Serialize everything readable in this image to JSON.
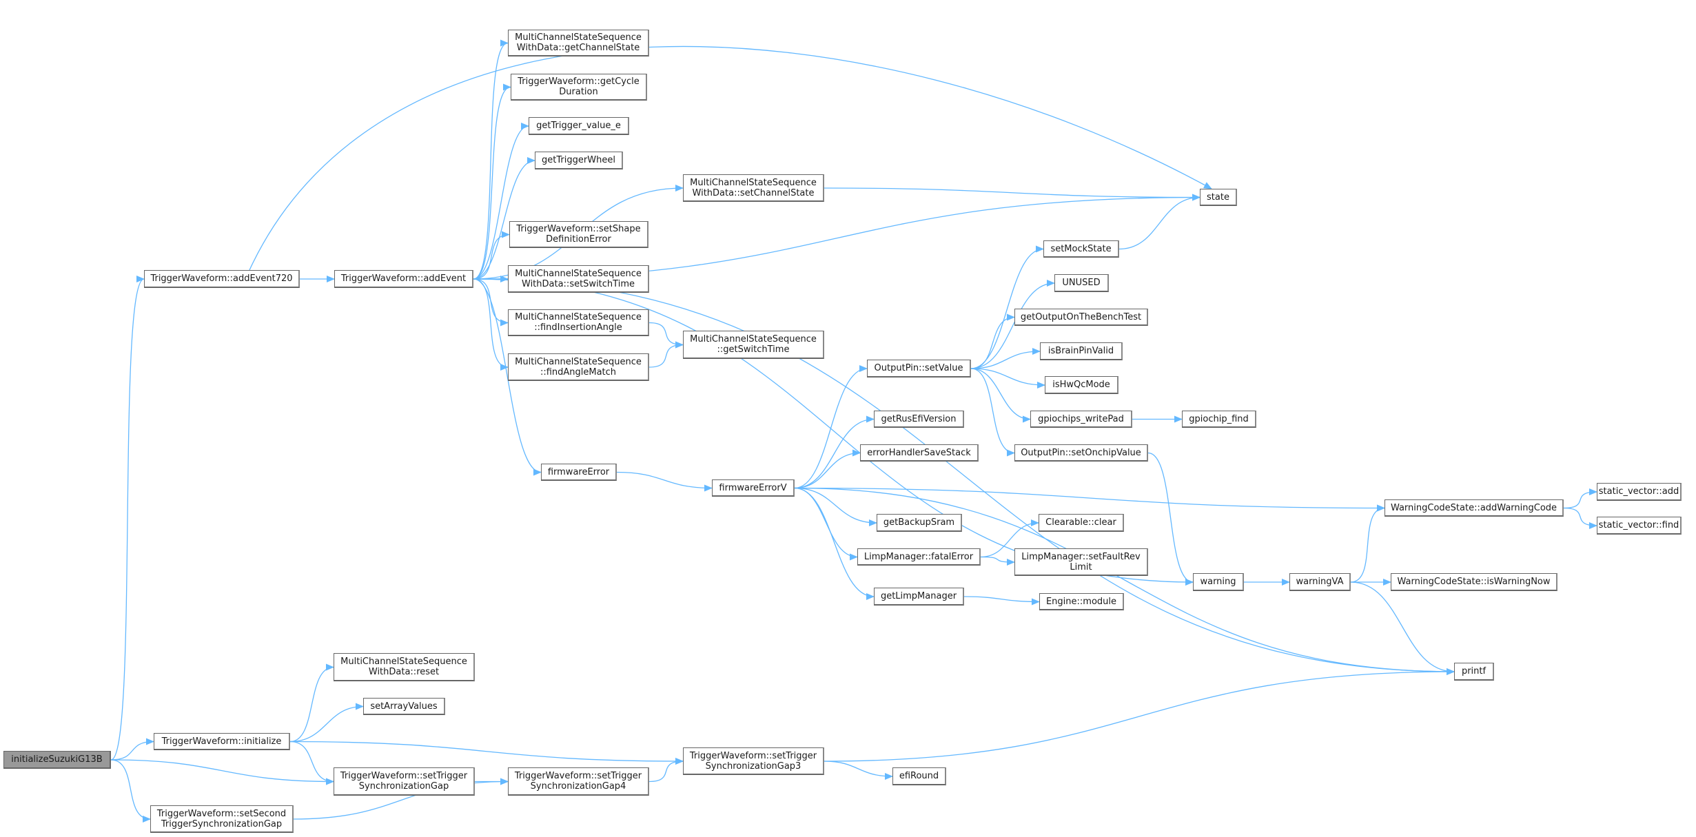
{
  "graph": {
    "edge_color": "#63b8ff",
    "current_node_color": "#999999",
    "nodes": [
      {
        "id": "initializeSuzukiG13B",
        "lines": [
          "initializeSuzukiG13B"
        ],
        "current": true
      },
      {
        "id": "addEvent720",
        "lines": [
          "TriggerWaveform::addEvent720"
        ]
      },
      {
        "id": "addEvent",
        "lines": [
          "TriggerWaveform::addEvent"
        ]
      },
      {
        "id": "getChannelState",
        "lines": [
          "MultiChannelStateSequence",
          "WithData::getChannelState"
        ]
      },
      {
        "id": "getCycleDuration",
        "lines": [
          "TriggerWaveform::getCycle",
          "Duration"
        ]
      },
      {
        "id": "getTrigger_value_e",
        "lines": [
          "getTrigger_value_e"
        ]
      },
      {
        "id": "getTriggerWheel",
        "lines": [
          "getTriggerWheel"
        ]
      },
      {
        "id": "setChannelState",
        "lines": [
          "MultiChannelStateSequence",
          "WithData::setChannelState"
        ]
      },
      {
        "id": "setShapeDefinitionError",
        "lines": [
          "TriggerWaveform::setShape",
          "DefinitionError"
        ]
      },
      {
        "id": "setSwitchTime",
        "lines": [
          "MultiChannelStateSequence",
          "WithData::setSwitchTime"
        ]
      },
      {
        "id": "findInsertionAngle",
        "lines": [
          "MultiChannelStateSequence",
          "::findInsertionAngle"
        ]
      },
      {
        "id": "findAngleMatch",
        "lines": [
          "MultiChannelStateSequence",
          "::findAngleMatch"
        ]
      },
      {
        "id": "getSwitchTime",
        "lines": [
          "MultiChannelStateSequence",
          "::getSwitchTime"
        ]
      },
      {
        "id": "firmwareError",
        "lines": [
          "firmwareError"
        ]
      },
      {
        "id": "firmwareErrorV",
        "lines": [
          "firmwareErrorV"
        ]
      },
      {
        "id": "reset",
        "lines": [
          "MultiChannelStateSequence",
          "WithData::reset"
        ]
      },
      {
        "id": "setArrayValues",
        "lines": [
          "setArrayValues"
        ]
      },
      {
        "id": "initialize",
        "lines": [
          "TriggerWaveform::initialize"
        ]
      },
      {
        "id": "setTriggerSynchronizationGap",
        "lines": [
          "TriggerWaveform::setTrigger",
          "SynchronizationGap"
        ]
      },
      {
        "id": "setSecondTriggerSynchronizationGap",
        "lines": [
          "TriggerWaveform::setSecond",
          "TriggerSynchronizationGap"
        ]
      },
      {
        "id": "gap4",
        "lines": [
          "TriggerWaveform::setTrigger",
          "SynchronizationGap4"
        ]
      },
      {
        "id": "gap3",
        "lines": [
          "TriggerWaveform::setTrigger",
          "SynchronizationGap3"
        ]
      },
      {
        "id": "state",
        "lines": [
          "state"
        ]
      },
      {
        "id": "setMockState",
        "lines": [
          "setMockState"
        ]
      },
      {
        "id": "UNUSED",
        "lines": [
          "UNUSED"
        ]
      },
      {
        "id": "getOutputOnTheBenchTest",
        "lines": [
          "getOutputOnTheBenchTest"
        ]
      },
      {
        "id": "isBrainPinValid",
        "lines": [
          "isBrainPinValid"
        ]
      },
      {
        "id": "isHwQcMode",
        "lines": [
          "isHwQcMode"
        ]
      },
      {
        "id": "setValue",
        "lines": [
          "OutputPin::setValue"
        ]
      },
      {
        "id": "gpiochips_writePad",
        "lines": [
          "gpiochips_writePad"
        ]
      },
      {
        "id": "gpiochip_find",
        "lines": [
          "gpiochip_find"
        ]
      },
      {
        "id": "getRusEfiVersion",
        "lines": [
          "getRusEfiVersion"
        ]
      },
      {
        "id": "errorHandlerSaveStack",
        "lines": [
          "errorHandlerSaveStack"
        ]
      },
      {
        "id": "setOnchipValue",
        "lines": [
          "OutputPin::setOnchipValue"
        ]
      },
      {
        "id": "addWarningCode",
        "lines": [
          "WarningCodeState::addWarningCode"
        ]
      },
      {
        "id": "sv_add",
        "lines": [
          "static_vector::add"
        ]
      },
      {
        "id": "sv_find",
        "lines": [
          "static_vector::find"
        ]
      },
      {
        "id": "getBackupSram",
        "lines": [
          "getBackupSram"
        ]
      },
      {
        "id": "clear",
        "lines": [
          "Clearable::clear"
        ]
      },
      {
        "id": "fatalError",
        "lines": [
          "LimpManager::fatalError"
        ]
      },
      {
        "id": "setFaultRevLimit",
        "lines": [
          "LimpManager::setFaultRev",
          "Limit"
        ]
      },
      {
        "id": "warning",
        "lines": [
          "warning"
        ]
      },
      {
        "id": "warningVA",
        "lines": [
          "warningVA"
        ]
      },
      {
        "id": "isWarningNow",
        "lines": [
          "WarningCodeState::isWarningNow"
        ]
      },
      {
        "id": "getLimpManager",
        "lines": [
          "getLimpManager"
        ]
      },
      {
        "id": "module",
        "lines": [
          "Engine::module"
        ]
      },
      {
        "id": "printf",
        "lines": [
          "printf"
        ]
      },
      {
        "id": "efiRound",
        "lines": [
          "efiRound"
        ]
      }
    ],
    "edges": [
      [
        "initializeSuzukiG13B",
        "addEvent720"
      ],
      [
        "initializeSuzukiG13B",
        "initialize"
      ],
      [
        "initializeSuzukiG13B",
        "setTriggerSynchronizationGap"
      ],
      [
        "initializeSuzukiG13B",
        "setSecondTriggerSynchronizationGap"
      ],
      [
        "addEvent720",
        "addEvent"
      ],
      [
        "addEvent720",
        "state"
      ],
      [
        "addEvent",
        "getChannelState"
      ],
      [
        "addEvent",
        "getCycleDuration"
      ],
      [
        "addEvent",
        "getTrigger_value_e"
      ],
      [
        "addEvent",
        "getTriggerWheel"
      ],
      [
        "addEvent",
        "setChannelState"
      ],
      [
        "addEvent",
        "setShapeDefinitionError"
      ],
      [
        "addEvent",
        "setSwitchTime"
      ],
      [
        "addEvent",
        "findInsertionAngle"
      ],
      [
        "addEvent",
        "findAngleMatch"
      ],
      [
        "addEvent",
        "state"
      ],
      [
        "addEvent",
        "firmwareError"
      ],
      [
        "addEvent",
        "warning"
      ],
      [
        "addEvent",
        "printf"
      ],
      [
        "setChannelState",
        "state"
      ],
      [
        "findInsertionAngle",
        "getSwitchTime"
      ],
      [
        "findAngleMatch",
        "getSwitchTime"
      ],
      [
        "firmwareError",
        "firmwareErrorV"
      ],
      [
        "firmwareErrorV",
        "setValue"
      ],
      [
        "firmwareErrorV",
        "getRusEfiVersion"
      ],
      [
        "firmwareErrorV",
        "errorHandlerSaveStack"
      ],
      [
        "firmwareErrorV",
        "addWarningCode"
      ],
      [
        "firmwareErrorV",
        "getBackupSram"
      ],
      [
        "firmwareErrorV",
        "fatalError"
      ],
      [
        "firmwareErrorV",
        "getLimpManager"
      ],
      [
        "firmwareErrorV",
        "printf"
      ],
      [
        "setValue",
        "setMockState"
      ],
      [
        "setValue",
        "UNUSED"
      ],
      [
        "setValue",
        "getOutputOnTheBenchTest"
      ],
      [
        "setValue",
        "isBrainPinValid"
      ],
      [
        "setValue",
        "isHwQcMode"
      ],
      [
        "setValue",
        "gpiochips_writePad"
      ],
      [
        "setValue",
        "setOnchipValue"
      ],
      [
        "setMockState",
        "state"
      ],
      [
        "gpiochips_writePad",
        "gpiochip_find"
      ],
      [
        "setOnchipValue",
        "warning"
      ],
      [
        "fatalError",
        "clear"
      ],
      [
        "fatalError",
        "setFaultRevLimit"
      ],
      [
        "getLimpManager",
        "module"
      ],
      [
        "warning",
        "warningVA"
      ],
      [
        "warningVA",
        "addWarningCode"
      ],
      [
        "warningVA",
        "isWarningNow"
      ],
      [
        "warningVA",
        "printf"
      ],
      [
        "addWarningCode",
        "sv_add"
      ],
      [
        "addWarningCode",
        "sv_find"
      ],
      [
        "initialize",
        "reset"
      ],
      [
        "initialize",
        "setArrayValues"
      ],
      [
        "initialize",
        "gap3"
      ],
      [
        "initialize",
        "setTriggerSynchronizationGap"
      ],
      [
        "setTriggerSynchronizationGap",
        "gap4"
      ],
      [
        "setSecondTriggerSynchronizationGap",
        "gap4"
      ],
      [
        "gap4",
        "gap3"
      ],
      [
        "gap3",
        "printf"
      ],
      [
        "gap3",
        "efiRound"
      ]
    ]
  }
}
